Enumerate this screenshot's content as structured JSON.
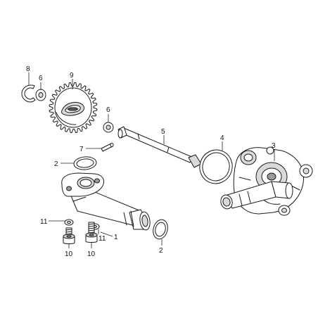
{
  "callouts": {
    "c1": "1",
    "c2a": "2",
    "c2b": "2",
    "c3": "3",
    "c4": "4",
    "c5": "5",
    "c6a": "6",
    "c6b": "6",
    "c7": "7",
    "c8": "8",
    "c9": "9",
    "c10a": "10",
    "c10b": "10",
    "c11a": "11",
    "c11b": "11"
  }
}
